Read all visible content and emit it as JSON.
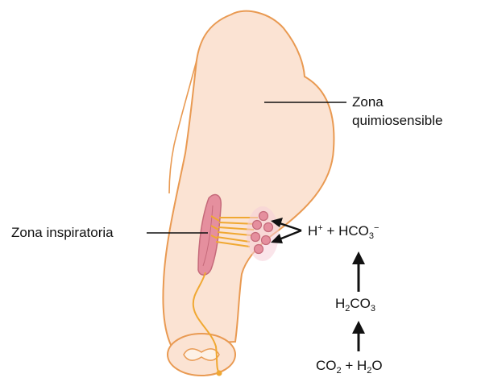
{
  "labels": {
    "chemosensitive_line1": "Zona",
    "chemosensitive_line2": "quimiosensible",
    "inspiratory": "Zona inspiratoria"
  },
  "reactions": {
    "bicarbonate": {
      "pre": "H",
      "pre_sup": "+",
      "mid": " + HCO",
      "sub": "3",
      "sup": "−"
    },
    "carbonic_acid": {
      "a": "H",
      "a_sub": "2",
      "b": "CO",
      "b_sub": "3"
    },
    "reactants": {
      "a": "CO",
      "a_sub": "2",
      "plus": " + H",
      "b_sub": "2",
      "b": "O"
    }
  },
  "colors": {
    "brainstem_fill": "#fbe3d3",
    "brainstem_stroke": "#e99a52",
    "nerve_orange": "#f0a832",
    "neuron_pink": "#e58f9e",
    "arrow_black": "#111111"
  }
}
